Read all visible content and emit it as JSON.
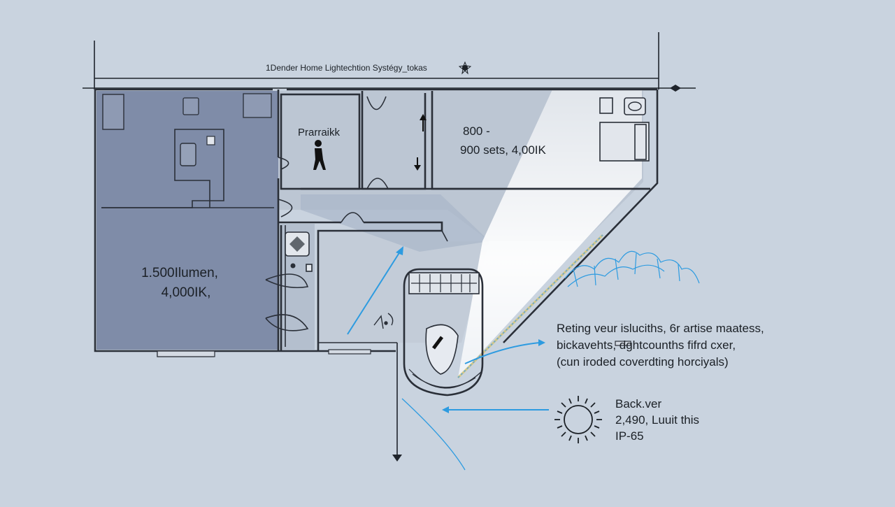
{
  "title": "1Dender Home Lightechtion Systégy_tokas",
  "rooms": {
    "left_room_label_line1": "1.500Ilumen,",
    "left_room_label_line2": "4,000IK,",
    "pantry_label": "Prarraikk",
    "hall_label_line1": "800 -",
    "hall_label_line2": "900 sets, 4,00IK"
  },
  "callouts": {
    "note_line1": "Reting veur isluciths, 6r artise maatess,",
    "note_line2": "bickavehts, dghtcounths fifrd cxer,",
    "note_line3": "(cun iroded coverdting horciyals)",
    "sun_line1": "Back.ver",
    "sun_line2": "2,490, Luuit this",
    "sun_line3": "IP-65"
  },
  "colors": {
    "background": "#c9d3df",
    "dark_room": "#7f8ca8",
    "light_room": "#bcc6d3",
    "wall": "#2a2f38",
    "accent_blue": "#2d9be0",
    "beam": "#ffffff"
  },
  "icons": [
    "person-icon",
    "sun-icon",
    "star-icon",
    "toilet-icon",
    "sink-icon",
    "light-fixture-icon"
  ]
}
